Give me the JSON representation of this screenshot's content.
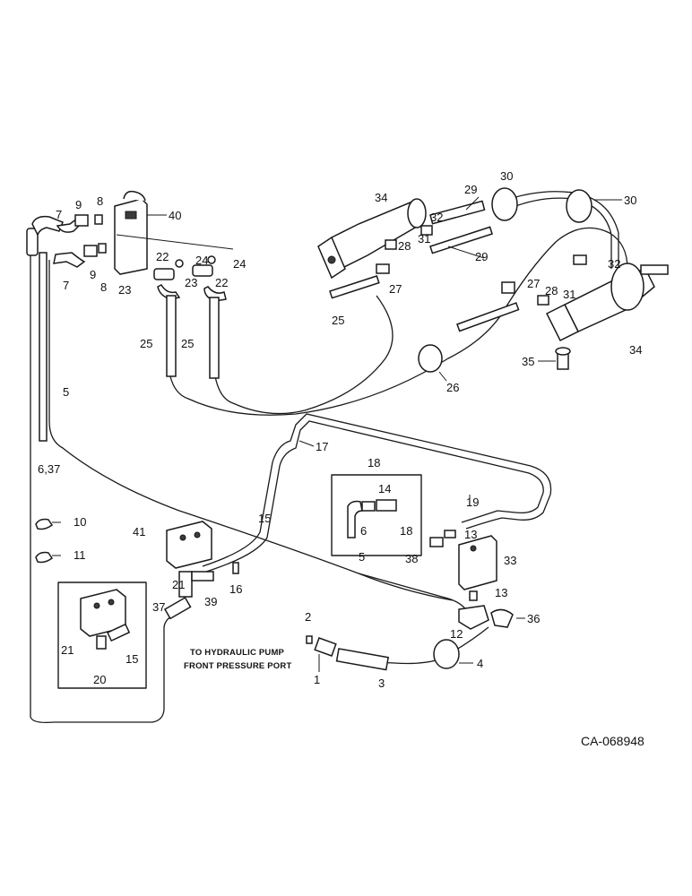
{
  "callouts": {
    "c7a": "7",
    "c9a": "9",
    "c8a": "8",
    "c40": "40",
    "c7b": "7",
    "c9b": "9",
    "c8b": "8",
    "c22a": "22",
    "c24a": "24",
    "c24b": "24",
    "c23a": "23",
    "c23b": "23",
    "c22b": "22",
    "c25a": "25",
    "c25b": "25",
    "c25c": "25",
    "c5a": "5",
    "c637": "6,37",
    "c34a": "34",
    "c29a": "29",
    "c30a": "30",
    "c30b": "30",
    "c32a": "32",
    "c28a": "28",
    "c31a": "31",
    "c29b": "29",
    "c27a": "27",
    "c32b": "32",
    "c27b": "27",
    "c28b": "28",
    "c31b": "31",
    "c34b": "34",
    "c35": "35",
    "c26": "26",
    "c17": "17",
    "c18a": "18",
    "c14": "14",
    "c19": "19",
    "c6": "6",
    "c18b": "18",
    "c10": "10",
    "c11": "11",
    "c41": "41",
    "c15a": "15",
    "c13a": "13",
    "c38": "38",
    "c33": "33",
    "c5b": "5",
    "c21a": "21",
    "c16": "16",
    "c39": "39",
    "c13b": "13",
    "c37": "37",
    "c12": "12",
    "c36": "36",
    "c2": "2",
    "c21b": "21",
    "c15b": "15",
    "c20": "20",
    "c4": "4",
    "c1": "1",
    "c3": "3"
  },
  "notes": {
    "pump_line1": "TO HYDRAULIC PUMP",
    "pump_line2": "FRONT PRESSURE PORT"
  },
  "drawing_code": "CA-068948"
}
